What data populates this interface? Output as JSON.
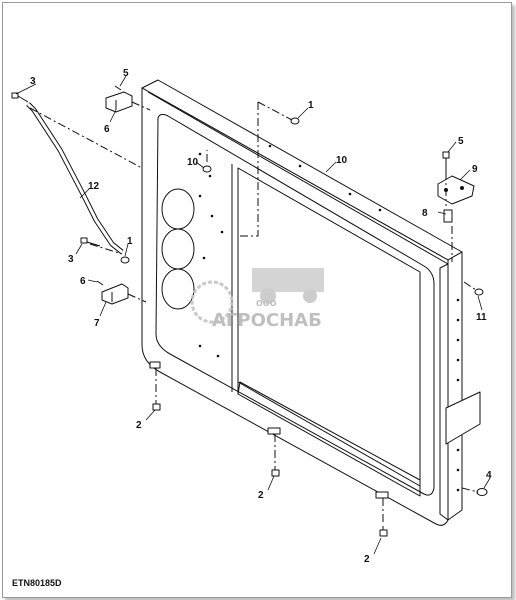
{
  "drawing_code": "ETN80185D",
  "watermark": {
    "org": "ООО",
    "name": "АГРОСНАБ"
  },
  "callouts": [
    {
      "id": "c1a",
      "label": "1"
    },
    {
      "id": "c1b",
      "label": "1"
    },
    {
      "id": "c2a",
      "label": "2"
    },
    {
      "id": "c2b",
      "label": "2"
    },
    {
      "id": "c2c",
      "label": "2"
    },
    {
      "id": "c3a",
      "label": "3"
    },
    {
      "id": "c3b",
      "label": "3"
    },
    {
      "id": "c4",
      "label": "4"
    },
    {
      "id": "c5a",
      "label": "5"
    },
    {
      "id": "c5b",
      "label": "5"
    },
    {
      "id": "c6a",
      "label": "6"
    },
    {
      "id": "c6b",
      "label": "6"
    },
    {
      "id": "c7",
      "label": "7"
    },
    {
      "id": "c8",
      "label": "8"
    },
    {
      "id": "c9",
      "label": "9"
    },
    {
      "id": "c10a",
      "label": "10"
    },
    {
      "id": "c10b",
      "label": "10"
    },
    {
      "id": "c11",
      "label": "11"
    },
    {
      "id": "c12",
      "label": "12"
    }
  ]
}
